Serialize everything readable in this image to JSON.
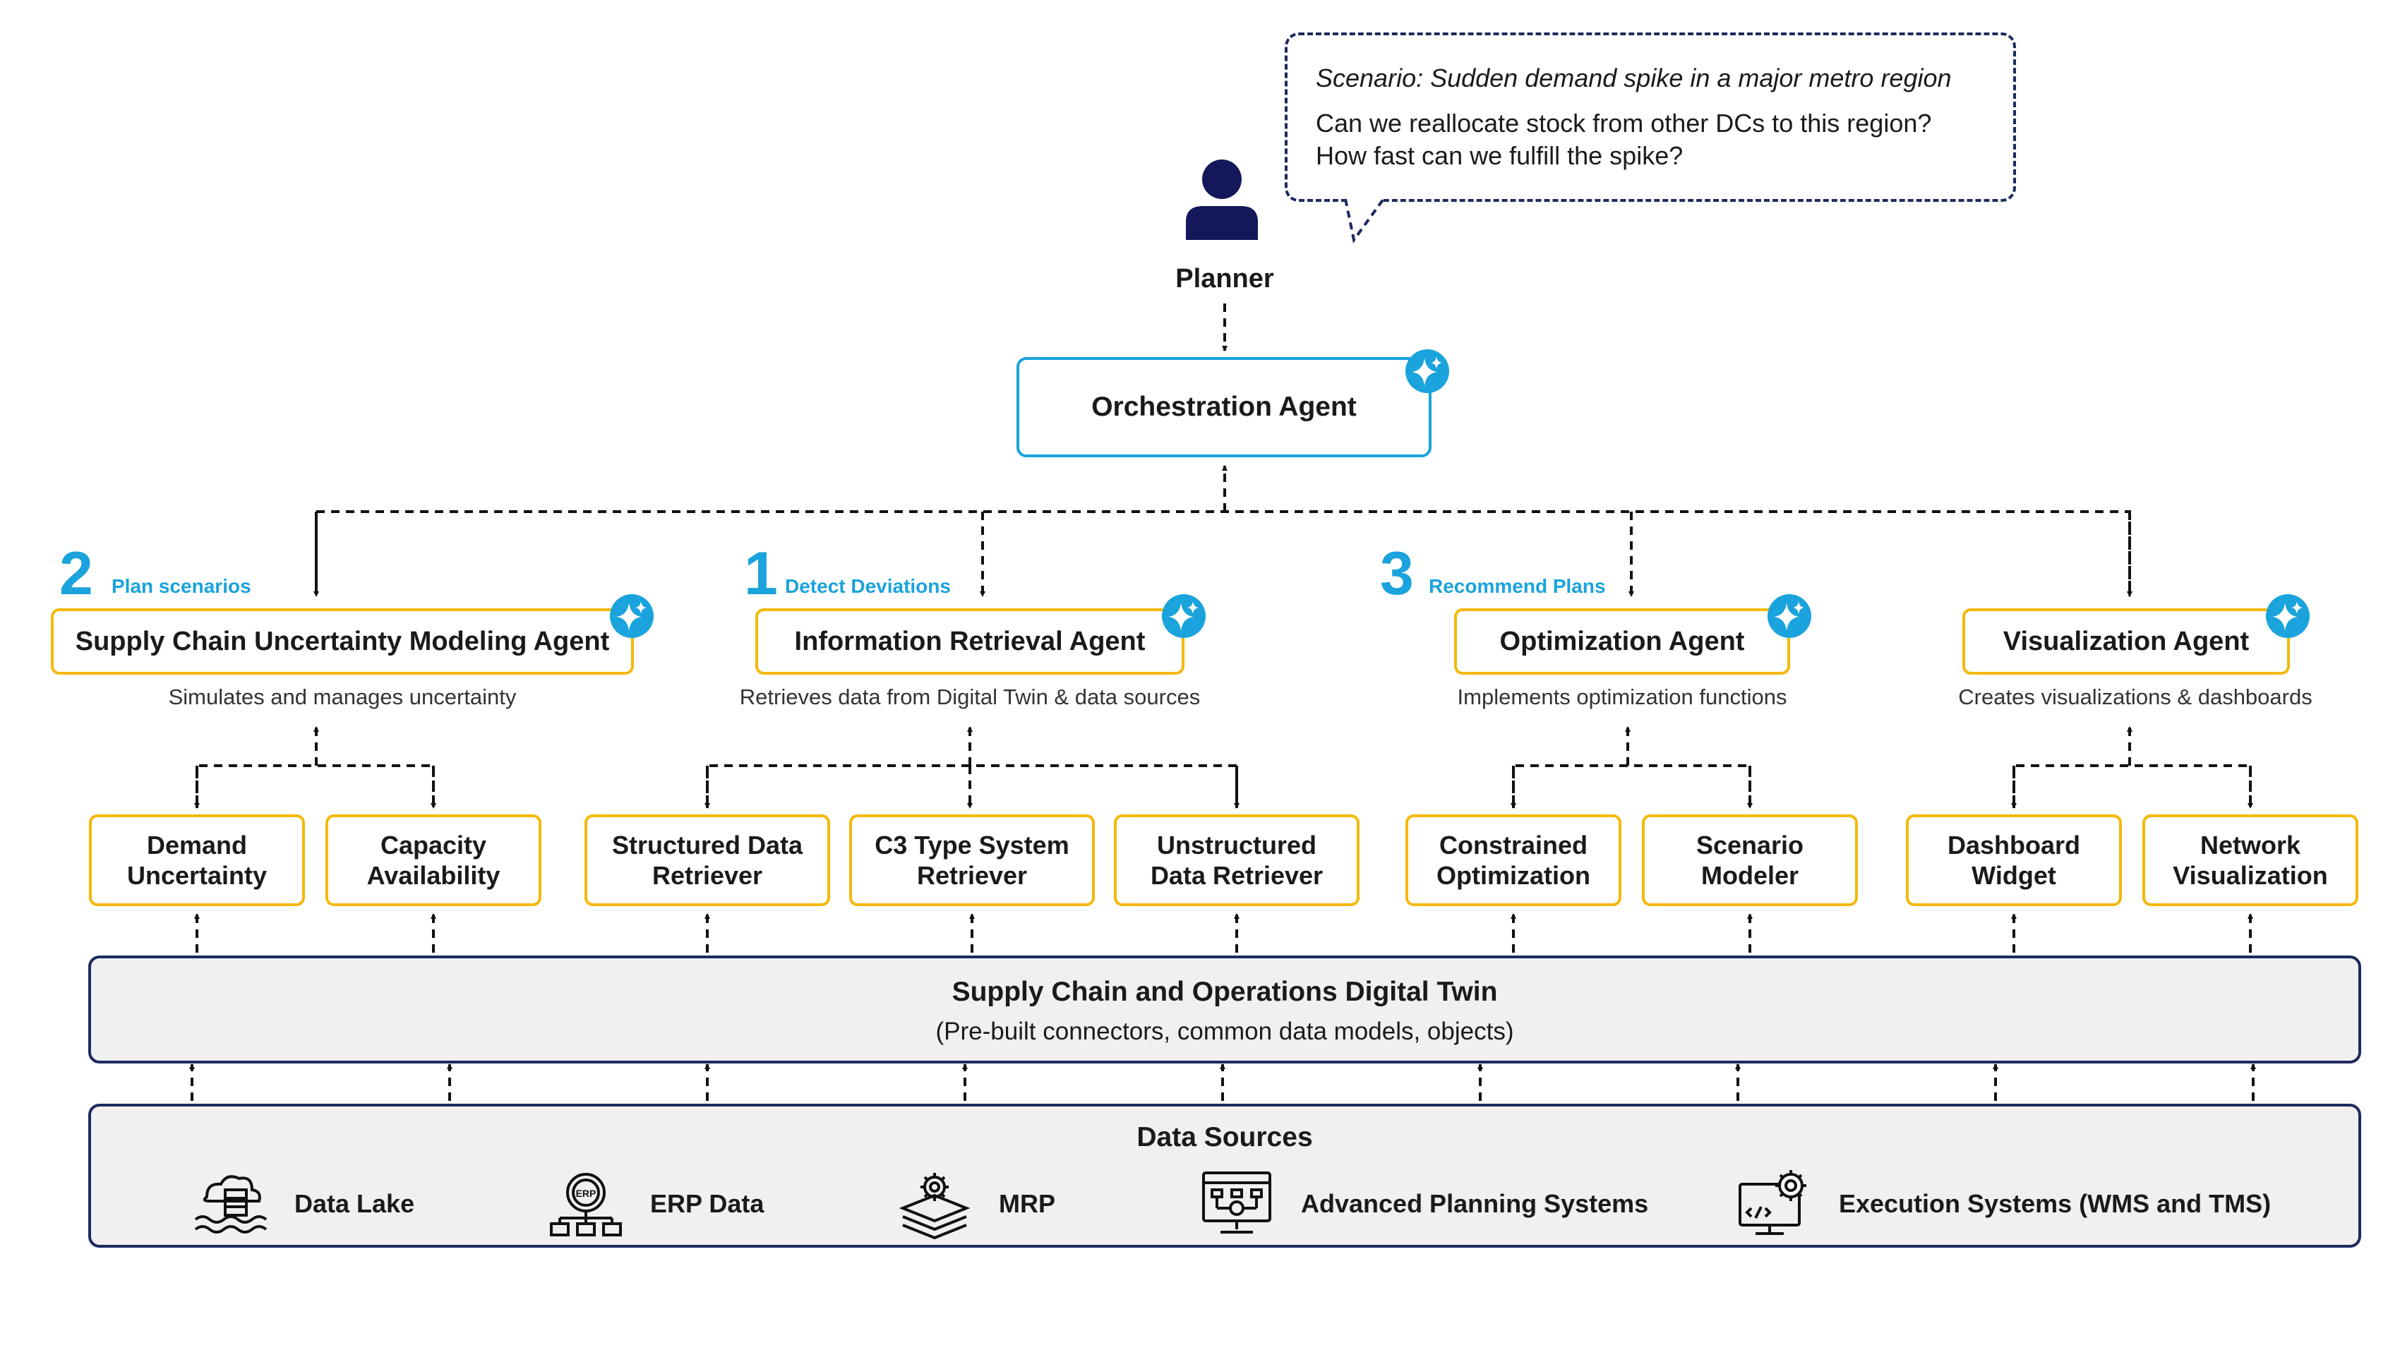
{
  "scenario": {
    "title": "Scenario: Sudden demand spike in a major metro region",
    "line1": "Can we reallocate stock from other DCs to this region?",
    "line2": "How fast can we fulfill the spike?"
  },
  "planner": {
    "label": "Planner"
  },
  "orchestrator": {
    "label": "Orchestration Agent"
  },
  "agents": [
    {
      "step_number": "2",
      "step_label": "Plan scenarios",
      "name": "Supply Chain Uncertainty Modeling Agent",
      "description": "Simulates and manages uncertainty"
    },
    {
      "step_number": "1",
      "step_label": "Detect Deviations",
      "name": "Information Retrieval Agent",
      "description": "Retrieves data from Digital Twin & data sources"
    },
    {
      "step_number": "3",
      "step_label": "Recommend Plans",
      "name": "Optimization Agent",
      "description": "Implements optimization functions"
    },
    {
      "step_number": "",
      "step_label": "",
      "name": "Visualization Agent",
      "description": "Creates visualizations & dashboards"
    }
  ],
  "tools": [
    {
      "line1": "Demand",
      "line2": "Uncertainty"
    },
    {
      "line1": "Capacity",
      "line2": "Availability"
    },
    {
      "line1": "Structured Data",
      "line2": "Retriever"
    },
    {
      "line1": "C3 Type System",
      "line2": "Retriever"
    },
    {
      "line1": "Unstructured",
      "line2": "Data Retriever"
    },
    {
      "line1": "Constrained",
      "line2": "Optimization"
    },
    {
      "line1": "Scenario",
      "line2": "Modeler"
    },
    {
      "line1": "Dashboard",
      "line2": "Widget"
    },
    {
      "line1": "Network",
      "line2": "Visualization"
    }
  ],
  "digital_twin": {
    "title": "Supply Chain and Operations Digital Twin",
    "subtitle": "(Pre-built connectors, common data models, objects)"
  },
  "data_sources": {
    "title": "Data Sources",
    "items": [
      {
        "label": "Data Lake",
        "icon": "data-lake-icon"
      },
      {
        "label": "ERP Data",
        "icon": "erp-icon",
        "icon_text": "ERP"
      },
      {
        "label": "MRP",
        "icon": "mrp-icon"
      },
      {
        "label": "Advanced Planning Systems",
        "icon": "planning-systems-icon"
      },
      {
        "label": "Execution Systems (WMS and TMS)",
        "icon": "execution-systems-icon"
      }
    ]
  },
  "colors": {
    "accent": "#1aa3dc",
    "agent_border": "#f5b80a",
    "panel_border": "#1c2a5e",
    "panel_fill": "#f0f0f0",
    "person": "#14185a"
  }
}
